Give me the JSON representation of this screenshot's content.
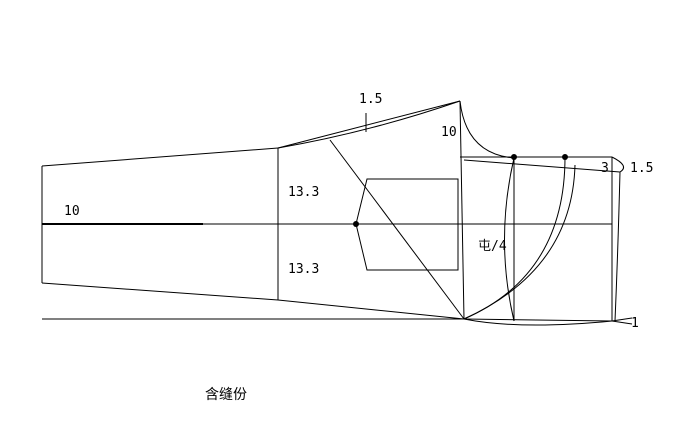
{
  "labels": {
    "ease_top": "1.5",
    "neck_curve": "10",
    "upper_height": "13.3",
    "lower_height": "13.3",
    "sleeve_length": "10",
    "armhole_ref": "屯/4",
    "shoulder_drop": "3",
    "shoulder_ease": "1.5",
    "hem_ease": "1",
    "caption": "含缝份"
  }
}
